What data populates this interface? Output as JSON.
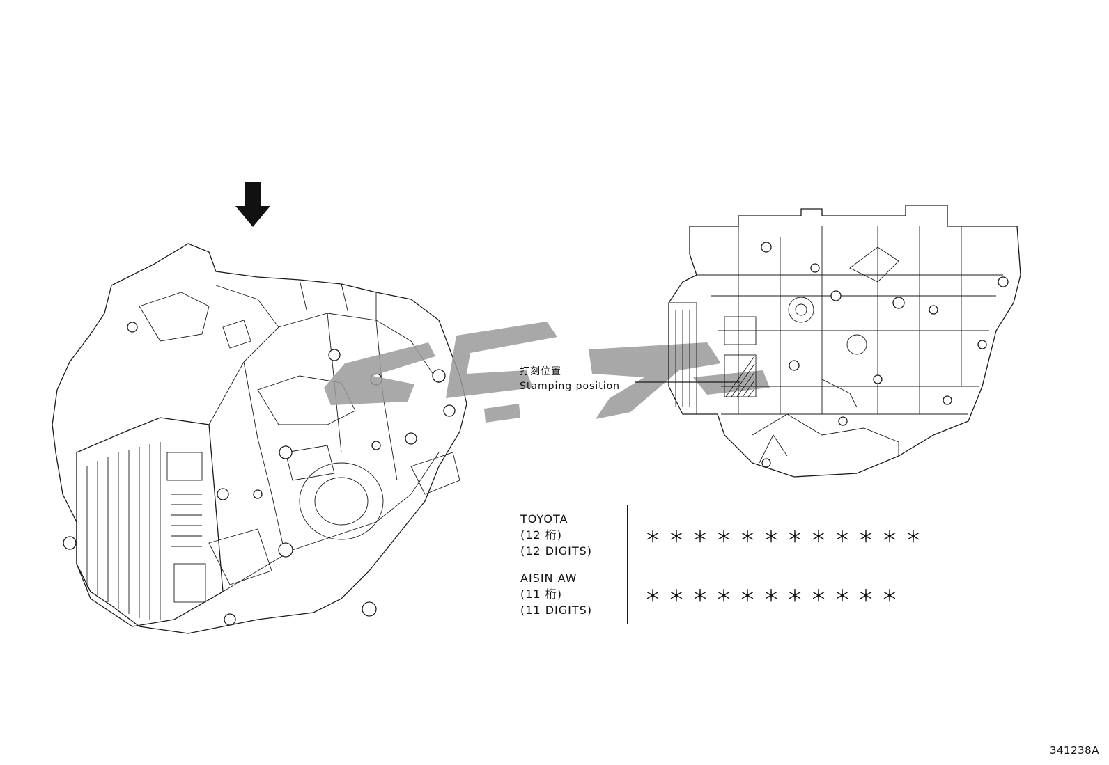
{
  "stamping": {
    "label_jp": "打刻位置",
    "label_en": "Stamping position"
  },
  "table": {
    "rows": [
      {
        "maker": "TOYOTA",
        "count_jp": "(12 桁)",
        "count_en": "(12 DIGITS)",
        "digits": "＊＊＊＊＊＊＊＊＊＊＊＊"
      },
      {
        "maker": "AISIN AW",
        "count_jp": "(11 桁)",
        "count_en": "(11 DIGITS)",
        "digits": "＊＊＊＊＊＊＊＊＊＊＊"
      }
    ]
  },
  "reference_code": "341238A",
  "colors": {
    "line": "#1a1a1a",
    "watermark": "#9a9a9a",
    "background": "#ffffff"
  },
  "icons": [
    "down-arrow-icon",
    "watermark-logo"
  ]
}
